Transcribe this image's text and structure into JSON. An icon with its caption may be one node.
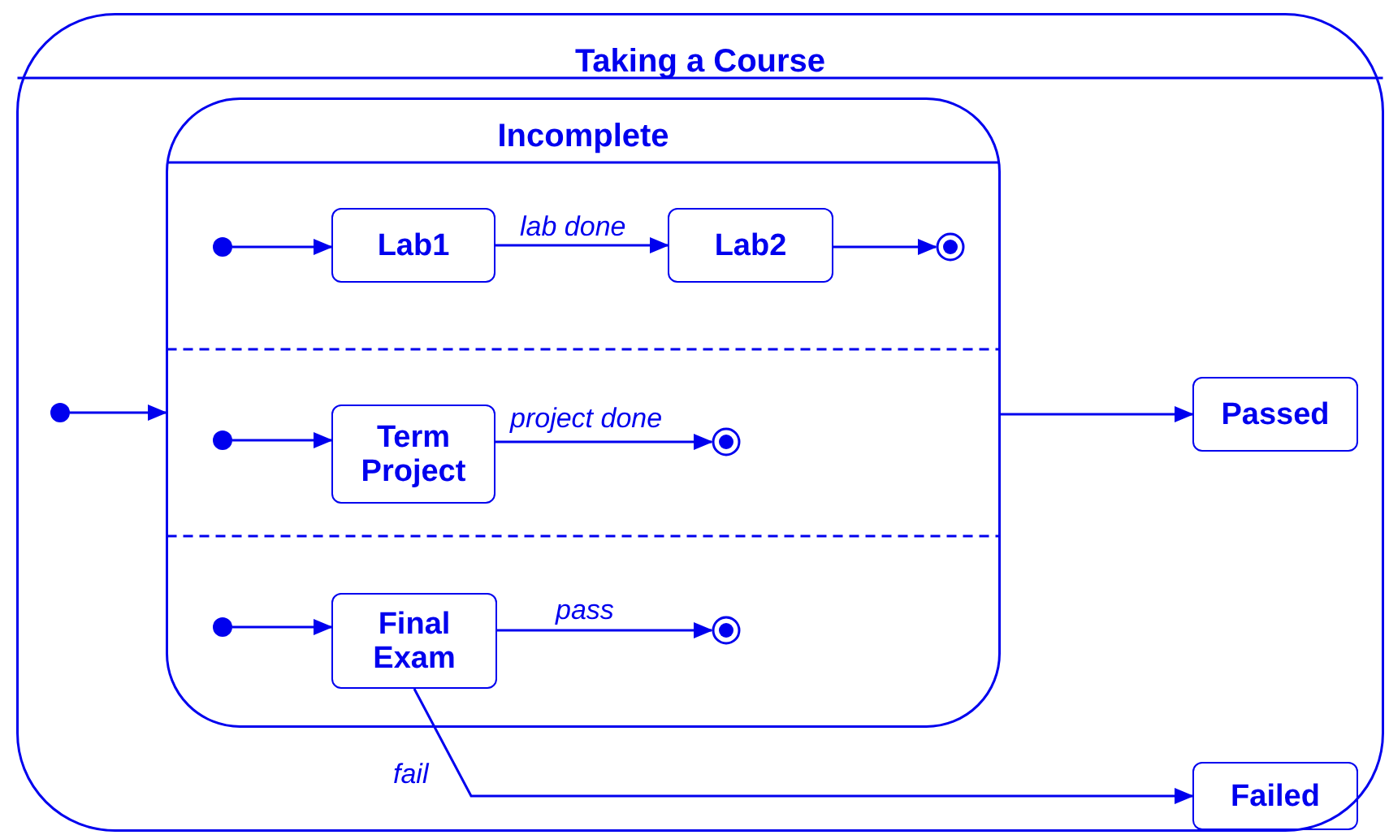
{
  "diagram": {
    "nodes": [
      {
        "text": [
          "Taking a Course"
        ]
      },
      {
        "text": [
          "Incomplete"
        ],
        "in": 0
      },
      {
        "text": [],
        "shape": "circle",
        "in": 0
      },
      {
        "text": [],
        "shape": "circle",
        "in": 1
      },
      {
        "text": [
          "Lab1"
        ],
        "in": 1
      },
      {
        "text": [
          "Lab2"
        ],
        "in": 1
      },
      {
        "text": [],
        "shape": "circle",
        "in": 1
      },
      {
        "text": [],
        "shape": "circle",
        "in": 1
      },
      {
        "text": [
          "Term Project"
        ],
        "in": 1
      },
      {
        "text": [],
        "shape": "circle",
        "in": 1
      },
      {
        "text": [],
        "shape": "circle",
        "in": 1
      },
      {
        "text": [
          "Final Exam"
        ],
        "in": 1
      },
      {
        "text": [],
        "shape": "circle",
        "in": 1
      },
      {
        "text": [
          "Passed"
        ],
        "in": 0
      },
      {
        "text": [
          "Failed"
        ],
        "in": 0
      }
    ],
    "edges": [
      {
        "from": 2,
        "to": 1,
        "arrow": "to"
      },
      {
        "from": 3,
        "to": 4,
        "arrow": "to"
      },
      {
        "from": 4,
        "to": 5,
        "arrow": "to",
        "label": "lab done"
      },
      {
        "from": 5,
        "to": 6,
        "arrow": "to"
      },
      {
        "from": 7,
        "to": 8,
        "arrow": "to"
      },
      {
        "from": 8,
        "to": 9,
        "arrow": "to",
        "label": "project done"
      },
      {
        "from": 10,
        "to": 11,
        "arrow": "to"
      },
      {
        "from": 11,
        "to": 12,
        "arrow": "to",
        "label": "pass"
      },
      {
        "from": 1,
        "to": 13,
        "arrow": "to"
      },
      {
        "from": 11,
        "to": 14,
        "arrow": "to",
        "label": "fail"
      }
    ]
  }
}
